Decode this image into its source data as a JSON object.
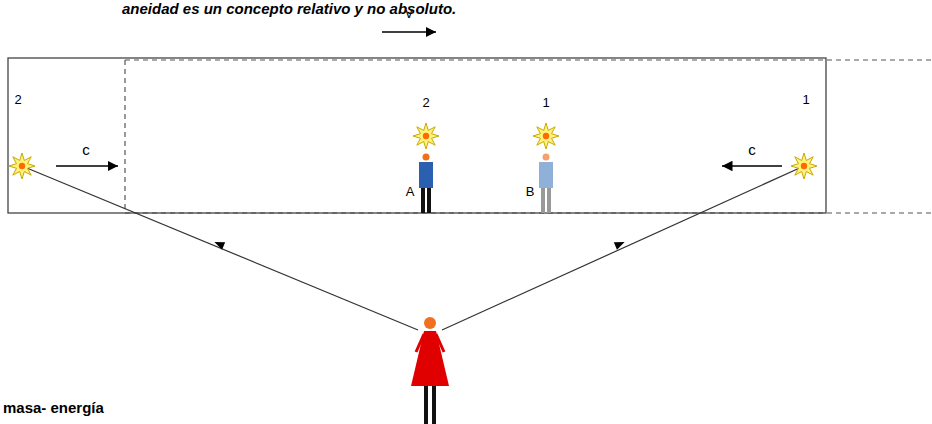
{
  "diagram": {
    "labels": [
      "aneidad es un concepto relativo y no absoluto.",
      "v",
      "2",
      "c",
      "2",
      "1",
      "c",
      "1",
      "A",
      "B",
      "masa- energía"
    ]
  }
}
